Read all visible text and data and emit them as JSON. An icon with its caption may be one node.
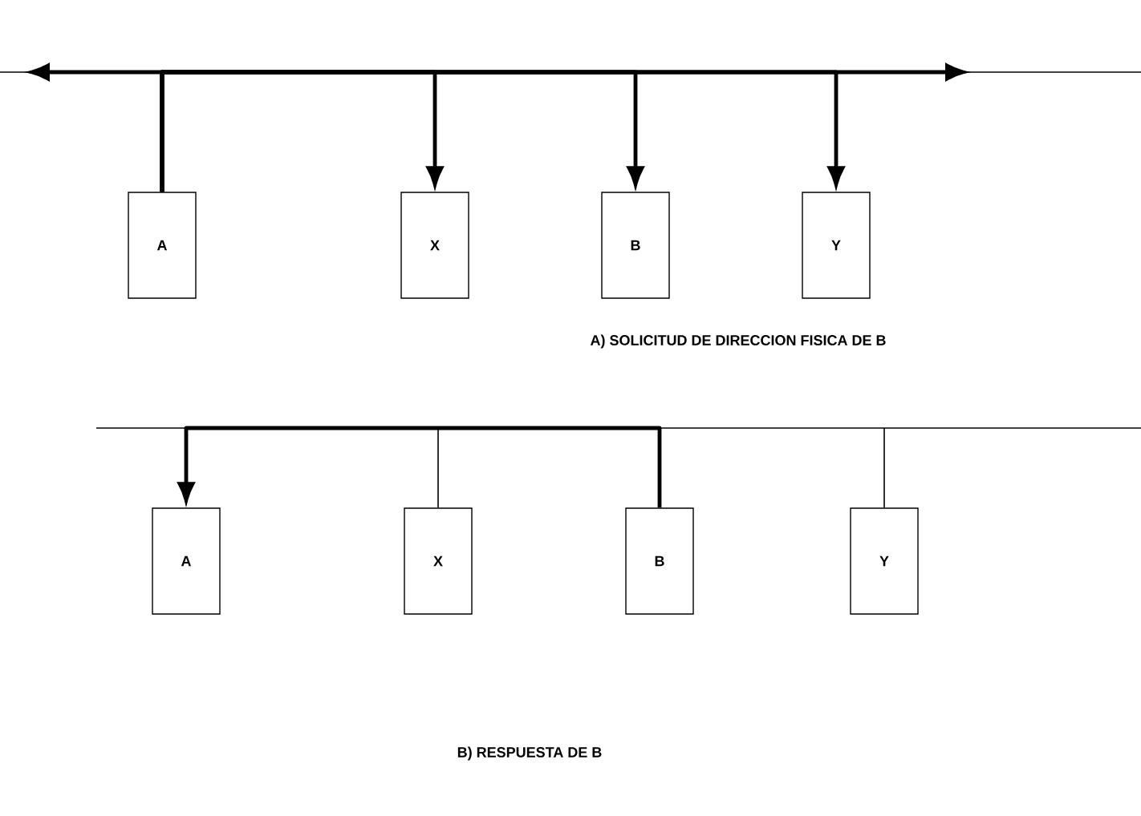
{
  "diagram": {
    "nodes": [
      {
        "text": [
          "A"
        ]
      },
      {
        "text": [
          "X"
        ]
      },
      {
        "text": [
          "B"
        ]
      },
      {
        "text": [
          "Y"
        ]
      },
      {
        "text": [],
        "shape": "bar"
      },
      {
        "text": [
          "A"
        ]
      },
      {
        "text": [
          "X"
        ]
      },
      {
        "text": [
          "B"
        ]
      },
      {
        "text": [
          "Y"
        ]
      }
    ],
    "edges": [
      {
        "from": 0,
        "to": null,
        "arrow": "to"
      },
      {
        "from": 0,
        "to": 1,
        "arrow": "to"
      },
      {
        "from": 0,
        "to": 2,
        "arrow": "to"
      },
      {
        "from": 0,
        "to": 3,
        "arrow": "to"
      },
      {
        "from": 0,
        "to": null,
        "arrow": "to"
      },
      {
        "from": 7,
        "to": 5,
        "arrow": "to"
      },
      {
        "from": 4,
        "to": 6,
        "arrow": "none"
      },
      {
        "from": 4,
        "to": 8,
        "arrow": "none"
      }
    ],
    "labels": [
      "A) SOLICITUD DE DIRECCION FISICA DE B",
      "B) RESPUESTA DE B"
    ]
  }
}
